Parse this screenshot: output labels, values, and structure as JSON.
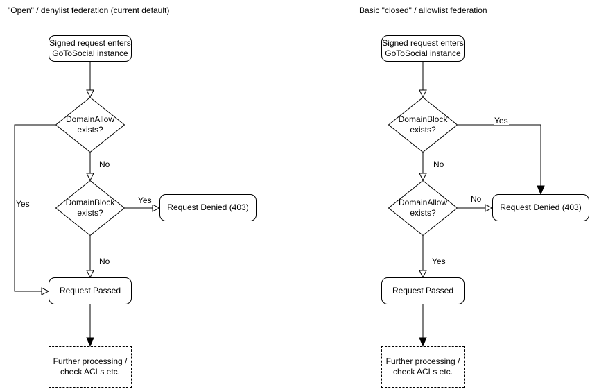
{
  "colors": {
    "stroke": "#000000",
    "shape_fill": "#ffffff",
    "text": "#000000",
    "background": "#ffffff"
  },
  "diagrams": [
    {
      "title": "\"Open\" / denylist federation (current default)",
      "nodes": {
        "start": "Signed request enters\nGoToSocial instance",
        "decision1": "DomainAllow\nexists?",
        "decision2": "DomainBlock\nexists?",
        "denied": "Request Denied (403)",
        "passed": "Request Passed",
        "further": "Further processing /\ncheck ACLs etc."
      },
      "labels": {
        "decision1_no": "No",
        "decision1_yes": "Yes",
        "decision2_yes": "Yes",
        "decision2_no": "No"
      }
    },
    {
      "title": "Basic \"closed\" / allowlist federation",
      "nodes": {
        "start": "Signed request enters\nGoToSocial instance",
        "decision1": "DomainBlock\nexists?",
        "decision2": "DomainAllow\nexists?",
        "denied": "Request Denied (403)",
        "passed": "Request Passed",
        "further": "Further processing /\ncheck ACLs etc."
      },
      "labels": {
        "decision1_no": "No",
        "decision1_yes": "Yes",
        "decision2_no": "No",
        "decision2_yes": "Yes"
      }
    }
  ]
}
